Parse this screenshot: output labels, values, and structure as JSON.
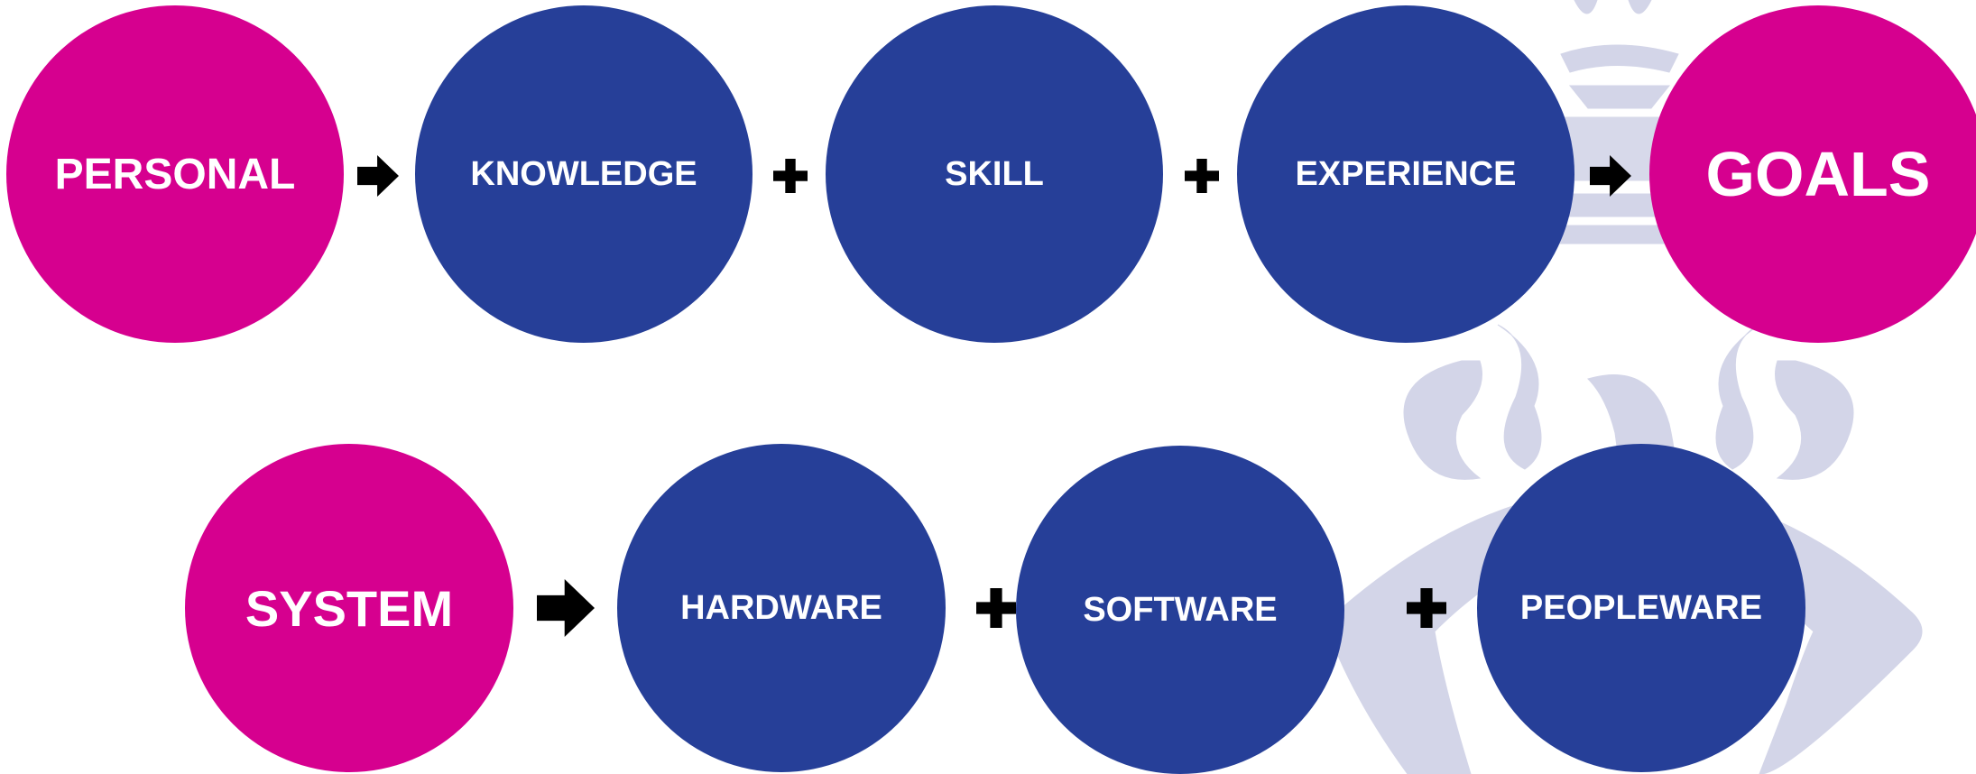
{
  "colors": {
    "accent_pink": "#D6008F",
    "accent_blue": "#263F98",
    "connector": "#000000",
    "watermark": "#D3D5E8"
  },
  "watermark": {
    "icon": "royal-emblem-watermark"
  },
  "rows": [
    {
      "nodes": [
        {
          "label": "PERSONAL",
          "kind": "category"
        },
        {
          "label": "KNOWLEDGE",
          "kind": "component"
        },
        {
          "label": "SKILL",
          "kind": "component"
        },
        {
          "label": "EXPERIENCE",
          "kind": "component"
        },
        {
          "label": "GOALS",
          "kind": "category"
        }
      ],
      "connectors": [
        "arrow",
        "plus",
        "plus",
        "arrow"
      ]
    },
    {
      "nodes": [
        {
          "label": "SYSTEM",
          "kind": "category"
        },
        {
          "label": "HARDWARE",
          "kind": "component"
        },
        {
          "label": "SOFTWARE",
          "kind": "component"
        },
        {
          "label": "PEOPLEWARE",
          "kind": "component"
        }
      ],
      "connectors": [
        "arrow",
        "plus",
        "plus"
      ]
    }
  ]
}
